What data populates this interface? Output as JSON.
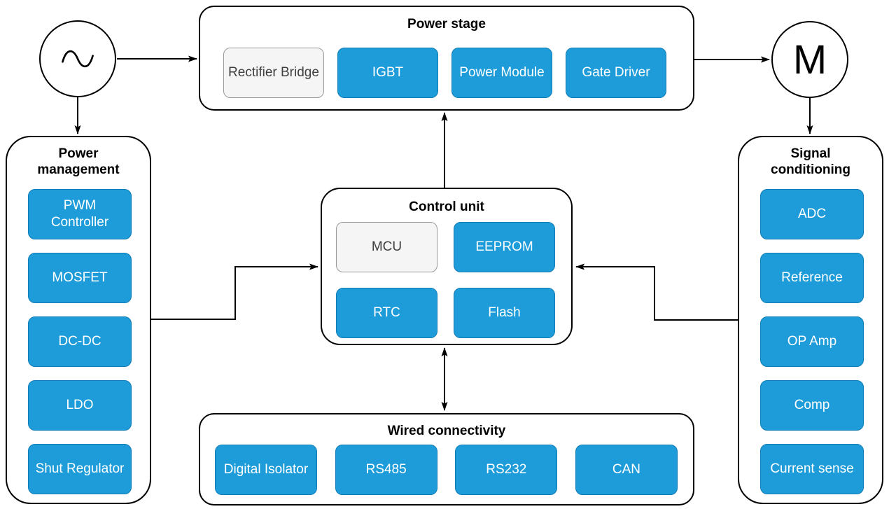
{
  "nodes": {
    "source": {
      "name": "ac-source"
    },
    "motor": {
      "label": "M"
    }
  },
  "groups": {
    "power_stage": {
      "title": "Power stage",
      "blocks": [
        {
          "label": "Rectifier Bridge",
          "style": "gray"
        },
        {
          "label": "IGBT",
          "style": "blue"
        },
        {
          "label": "Power Module",
          "style": "blue"
        },
        {
          "label": "Gate Driver",
          "style": "blue"
        }
      ]
    },
    "power_management": {
      "title": "Power management",
      "blocks": [
        {
          "label": "PWM Controller",
          "style": "blue"
        },
        {
          "label": "MOSFET",
          "style": "blue"
        },
        {
          "label": "DC-DC",
          "style": "blue"
        },
        {
          "label": "LDO",
          "style": "blue"
        },
        {
          "label": "Shut Regulator",
          "style": "blue"
        }
      ]
    },
    "control_unit": {
      "title": "Control unit",
      "blocks": [
        {
          "label": "MCU",
          "style": "gray"
        },
        {
          "label": "EEPROM",
          "style": "blue"
        },
        {
          "label": "RTC",
          "style": "blue"
        },
        {
          "label": "Flash",
          "style": "blue"
        }
      ]
    },
    "wired_connectivity": {
      "title": "Wired connectivity",
      "blocks": [
        {
          "label": "Digital Isolator",
          "style": "blue"
        },
        {
          "label": "RS485",
          "style": "blue"
        },
        {
          "label": "RS232",
          "style": "blue"
        },
        {
          "label": "CAN",
          "style": "blue"
        }
      ]
    },
    "signal_conditioning": {
      "title": "Signal conditioning",
      "blocks": [
        {
          "label": "ADC",
          "style": "blue"
        },
        {
          "label": "Reference",
          "style": "blue"
        },
        {
          "label": "OP Amp",
          "style": "blue"
        },
        {
          "label": "Comp",
          "style": "blue"
        },
        {
          "label": "Current sense",
          "style": "blue"
        }
      ]
    }
  },
  "colors": {
    "block_fill": "#1E9CD9",
    "block_stroke": "#0F7CB5",
    "gray_fill": "#F5F5F5",
    "gray_stroke": "#999999",
    "line": "#000000",
    "background": "#FFFFFF"
  }
}
